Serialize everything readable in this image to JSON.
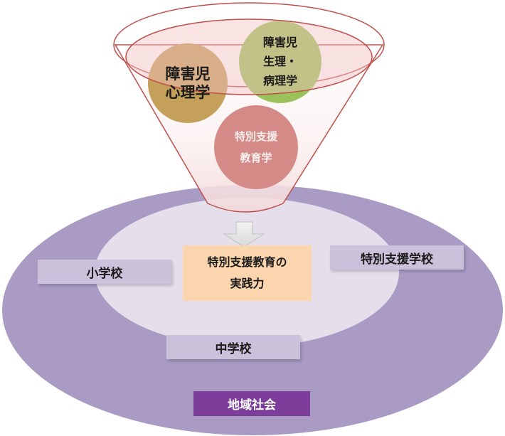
{
  "funnel": {
    "circles": [
      {
        "line1": "障害児",
        "line2": "心理学",
        "color": "#c4a05a"
      },
      {
        "line1": "障害児",
        "line2": "生理・",
        "line3": "病理学",
        "color": "#9bc25a"
      },
      {
        "line1": "特別支援",
        "line2": "教育学",
        "color": "#d48a86"
      }
    ]
  },
  "center_box": {
    "line1": "特別支援教育の",
    "line2": "実践力",
    "color": "#fbd5ad"
  },
  "labels": {
    "elementary": "小学校",
    "special_school": "特別支援学校",
    "junior_high": "中学校",
    "community": "地域社会"
  },
  "colors": {
    "outer_ellipse": "#a99bc4",
    "inner_ellipse": "#e5dfec",
    "label_box": "#ccc1da",
    "community_box": "#7d3d9a",
    "funnel_stroke": "#c0504d"
  }
}
